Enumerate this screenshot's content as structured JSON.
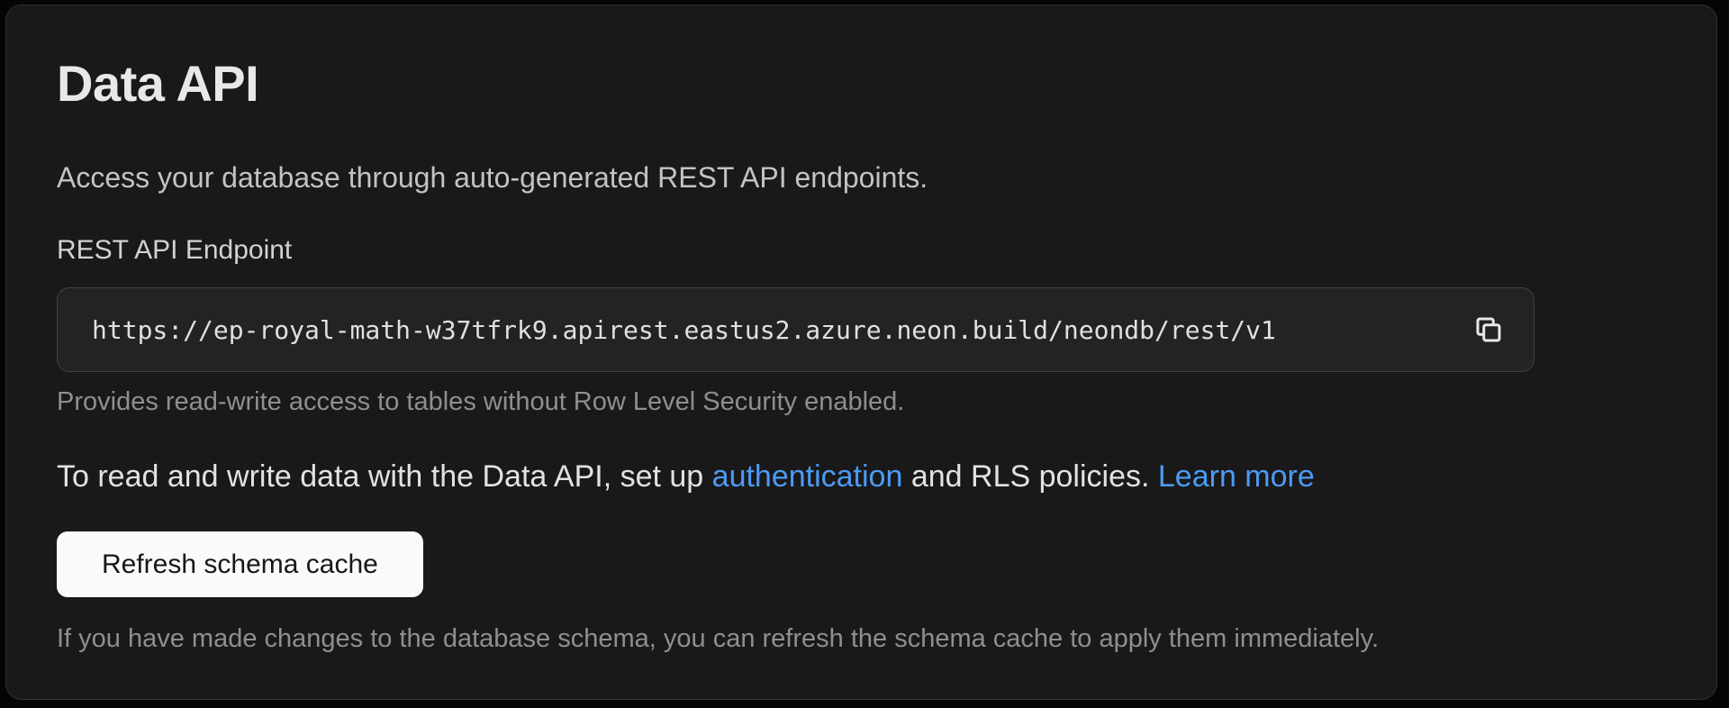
{
  "panel": {
    "title": "Data API",
    "description": "Access your database through auto-generated REST API endpoints.",
    "endpoint": {
      "label": "REST API Endpoint",
      "url": "https://ep-royal-math-w37tfrk9.apirest.eastus2.azure.neon.build/neondb/rest/v1",
      "copy_icon": "copy-icon",
      "helper": "Provides read-write access to tables without Row Level Security enabled."
    },
    "auth_note": {
      "prefix": "To read and write data with the Data API, set up ",
      "auth_link": "authentication",
      "middle": " and RLS policies. ",
      "learn_more_link": "Learn more"
    },
    "refresh": {
      "button_label": "Refresh schema cache",
      "helper": "If you have made changes to the database schema, you can refresh the schema cache to apply them immediately."
    },
    "colors": {
      "page_bg": "#050505",
      "panel_bg": "#191919",
      "panel_border": "#303030",
      "input_bg": "#232323",
      "input_border": "#414141",
      "link_blue": "#4c9bf5",
      "button_bg": "#fafafa",
      "button_text": "#171717"
    }
  }
}
